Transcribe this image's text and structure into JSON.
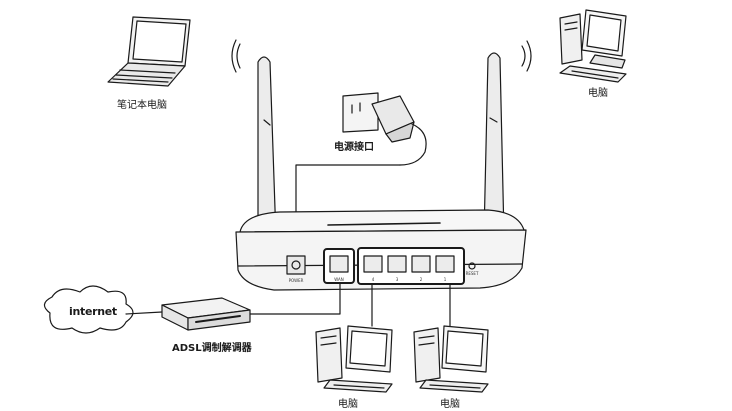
{
  "labels": {
    "laptop": "笔记本电脑",
    "pc_top_right": "电脑",
    "power_port": "电源接口",
    "internet": "internet",
    "modem": "ADSL调制解调器",
    "pc_bottom_left": "电脑",
    "pc_bottom_right": "电脑"
  },
  "device_ports": {
    "power": "POWER",
    "wan": "WAN",
    "lan": [
      "4",
      "3",
      "2",
      "1"
    ],
    "reset": "RESET"
  },
  "colors": {
    "line": "#1a1a1a",
    "router_body": "#f4f4f4",
    "antenna": "#e6e6e6"
  }
}
